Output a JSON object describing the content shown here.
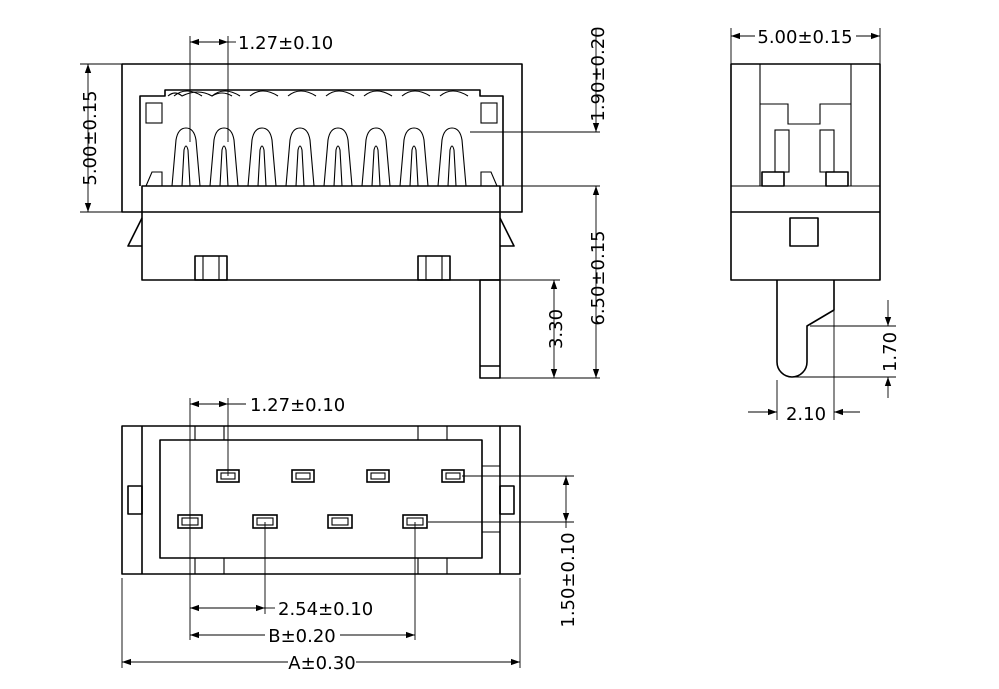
{
  "dimensions": {
    "front_pitch": "1.27±0.10",
    "front_height": "5.00±0.15",
    "contact_top": "1.90±0.20",
    "total_height": "6.50±0.15",
    "tail_length": "3.30",
    "side_width": "5.00±0.15",
    "tail_offset": "1.70",
    "tail_width": "2.10",
    "bottom_pitch_half": "1.27±0.10",
    "bottom_pitch": "2.54±0.10",
    "row_spacing": "1.50±0.10",
    "dim_b": "B±0.20",
    "dim_a": "A±0.30"
  },
  "colors": {
    "line": "#000000",
    "background": "#ffffff"
  }
}
